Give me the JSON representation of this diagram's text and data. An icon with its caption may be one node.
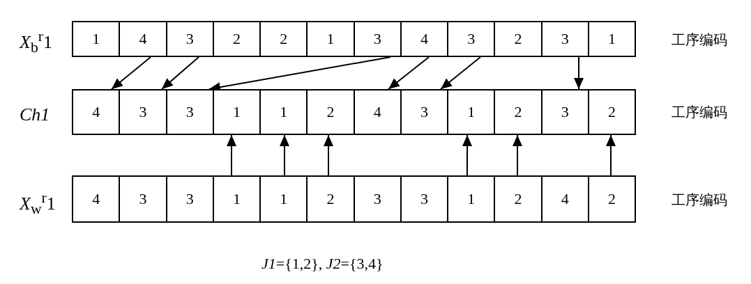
{
  "diagram": {
    "nodes": [
      {
        "text": [
          "1"
        ]
      },
      {
        "text": [
          "4"
        ]
      },
      {
        "text": [
          "3"
        ]
      },
      {
        "text": [
          "2"
        ]
      },
      {
        "text": [
          "2"
        ]
      },
      {
        "text": [
          "1"
        ]
      },
      {
        "text": [
          "3"
        ]
      },
      {
        "text": [
          "4"
        ]
      },
      {
        "text": [
          "3"
        ]
      },
      {
        "text": [
          "2"
        ]
      },
      {
        "text": [
          "3"
        ]
      },
      {
        "text": [
          "1"
        ]
      },
      {
        "text": [
          "4"
        ]
      },
      {
        "text": [
          "3"
        ]
      },
      {
        "text": [
          "3"
        ]
      },
      {
        "text": [
          "1"
        ]
      },
      {
        "text": [
          "1"
        ]
      },
      {
        "text": [
          "2"
        ]
      },
      {
        "text": [
          "4"
        ]
      },
      {
        "text": [
          "3"
        ]
      },
      {
        "text": [
          "1"
        ]
      },
      {
        "text": [
          "2"
        ]
      },
      {
        "text": [
          "3"
        ]
      },
      {
        "text": [
          "2"
        ]
      },
      {
        "text": [
          "4"
        ]
      },
      {
        "text": [
          "3"
        ]
      },
      {
        "text": [
          "3"
        ]
      },
      {
        "text": [
          "1"
        ]
      },
      {
        "text": [
          "1"
        ]
      },
      {
        "text": [
          "2"
        ]
      },
      {
        "text": [
          "3"
        ]
      },
      {
        "text": [
          "3"
        ]
      },
      {
        "text": [
          "1"
        ]
      },
      {
        "text": [
          "2"
        ]
      },
      {
        "text": [
          "4"
        ]
      },
      {
        "text": [
          "2"
        ]
      }
    ],
    "edges": [
      {
        "from": 1,
        "to": 12,
        "arrow": "to"
      },
      {
        "from": 2,
        "to": 13,
        "arrow": "to"
      },
      {
        "from": 6,
        "to": 14,
        "arrow": "to"
      },
      {
        "from": 7,
        "to": 18,
        "arrow": "to"
      },
      {
        "from": 8,
        "to": 19,
        "arrow": "to"
      },
      {
        "from": 10,
        "to": 22,
        "arrow": "to"
      },
      {
        "from": 27,
        "to": 15,
        "arrow": "to"
      },
      {
        "from": 28,
        "to": 16,
        "arrow": "to"
      },
      {
        "from": 29,
        "to": 17,
        "arrow": "to"
      },
      {
        "from": 32,
        "to": 20,
        "arrow": "to"
      },
      {
        "from": 33,
        "to": 21,
        "arrow": "to"
      },
      {
        "from": 35,
        "to": 23,
        "arrow": "to"
      }
    ],
    "labels": [
      "*X*$_{b}$$^{r}$1",
      "工序编码",
      "*Ch1*",
      "工序编码",
      "*X*$_{w}$$^{r}$1",
      "工序编码",
      "*J1*={1,2}, *J2*={3,4}"
    ]
  }
}
